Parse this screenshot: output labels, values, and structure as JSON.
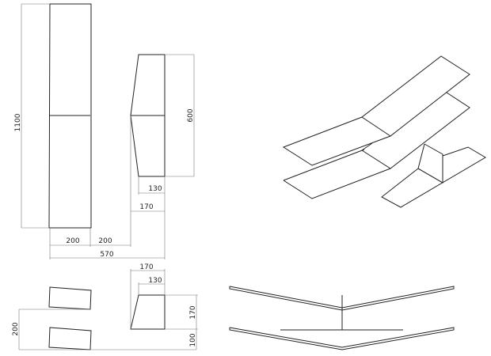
{
  "dimensions": {
    "wing_span": "1100",
    "tail_length": "600",
    "tail_tip_chord": "130",
    "tail_root_chord": "170",
    "wing_chord": "200",
    "gap": "200",
    "overall_width": "570",
    "side_tail_chord": "170",
    "side_tail_tip": "130",
    "fin_height": "170",
    "fin_offset": "100",
    "wing_separation": "200"
  }
}
